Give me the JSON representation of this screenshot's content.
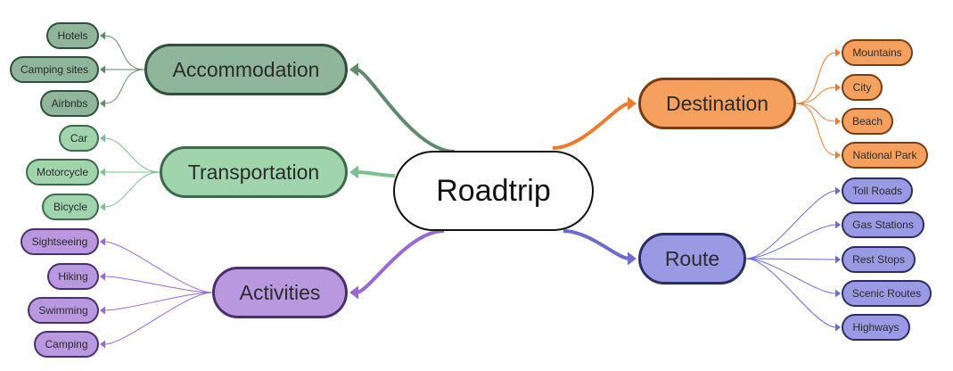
{
  "root": {
    "label": "Roadtrip"
  },
  "branches": [
    {
      "key": "accommodation",
      "label": "Accommodation",
      "side": "left",
      "fill": "#8fb59a",
      "border": "#2e4f3a",
      "line": "#5e8b6e",
      "children": [
        "Hotels",
        "Camping sites",
        "Airbnbs"
      ]
    },
    {
      "key": "transportation",
      "label": "Transportation",
      "side": "left",
      "fill": "#9fd4ad",
      "border": "#3b6b49",
      "line": "#7cc08f",
      "children": [
        "Car",
        "Motorcycle",
        "Bicycle"
      ]
    },
    {
      "key": "activities",
      "label": "Activities",
      "side": "left",
      "fill": "#b998e0",
      "border": "#4a2f6e",
      "line": "#9a67d6",
      "children": [
        "Sightseeing",
        "Hiking",
        "Swimming",
        "Camping"
      ]
    },
    {
      "key": "destination",
      "label": "Destination",
      "side": "right",
      "fill": "#f5a05f",
      "border": "#7a3d12",
      "line": "#ee7a30",
      "children": [
        "Mountains",
        "City",
        "Beach",
        "National Park"
      ]
    },
    {
      "key": "route",
      "label": "Route",
      "side": "right",
      "fill": "#9a9ae4",
      "border": "#2c2c66",
      "line": "#6b6bd0",
      "children": [
        "Toll Roads",
        "Gas Stations",
        "Rest Stops",
        "Scenic Routes",
        "Highways"
      ]
    }
  ]
}
